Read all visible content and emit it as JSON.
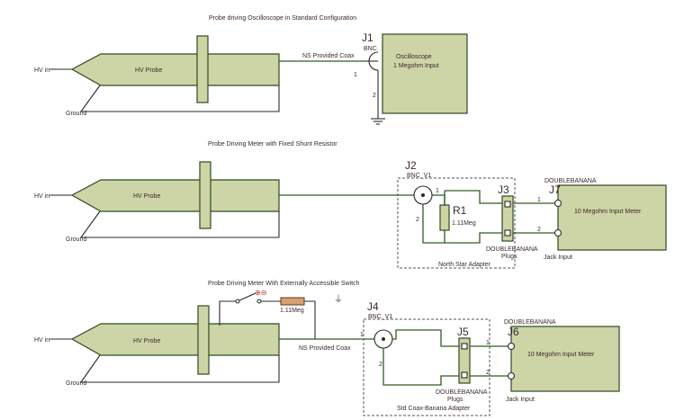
{
  "section1": {
    "title": "Probe driving Oscilloscope in Standard Configuration",
    "hv_in": "HV in",
    "probe_label": "HV Probe",
    "ground": "Ground",
    "coax_label": "NS Provided Coax",
    "connector_ref": "J1",
    "connector_type": "BNC",
    "pin1": "1",
    "pin2": "2",
    "instrument_line1": "Oscilloscope",
    "instrument_line2": "1 Megohm Input"
  },
  "section2": {
    "title": "Probe Driving Meter with Fixed Shunt Resistor",
    "hv_in": "HV in",
    "probe_label": "HV Probe",
    "ground": "Ground",
    "bnc_ref": "J2",
    "bnc_type": "BNC_V1",
    "bnc_pin1": "1",
    "bnc_pin2": "2",
    "resistor_ref": "R1",
    "resistor_value": "1.11Meg",
    "adapter_ref": "J3",
    "adapter_label1": "DOUBLEBANANA",
    "adapter_label2": "Plugs",
    "adapter_caption": "North Star Adapter",
    "meter_conn_ref": "J7",
    "meter_conn_type": "DOUBLEBANANA",
    "pin1": "1",
    "pin2": "2",
    "meter_label": "10 Megohm Input Meter",
    "jack_label": "Jack Input"
  },
  "section3": {
    "title": "Probe Driving Meter With Externally Accessible Switch",
    "hv_in": "HV in",
    "probe_label": "HV Probe",
    "ground": "Ground",
    "resistor_value": "1.11Meg",
    "coax_label": "NS Provided Coax",
    "bnc_ref": "J4",
    "bnc_type": "BNC_V1",
    "bnc_pin1": "1",
    "bnc_pin2": "2",
    "adapter_ref": "J5",
    "adapter_label1": "DOUBLEBANANA",
    "adapter_label2": "Plugs",
    "adapter_caption": "Std Coax-Banana Adapter",
    "meter_conn_ref": "J6",
    "meter_conn_type": "DOUBLEBANANA",
    "pin1": "1",
    "pin2": "2",
    "meter_label": "10 Megohm Input Meter",
    "jack_label": "Jack Input"
  }
}
